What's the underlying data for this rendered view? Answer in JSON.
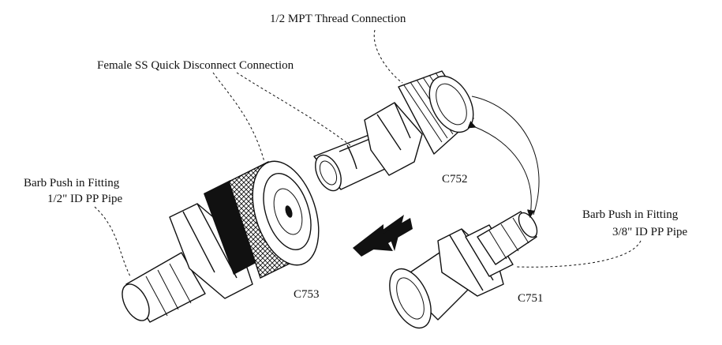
{
  "labels": {
    "mpt_thread": "1/2 MPT Thread Connection",
    "female_ss": "Female SS Quick Disconnect Connection",
    "barb_half_line1": "Barb Push in Fitting",
    "barb_half_line2": "1/2\" ID PP Pipe",
    "barb_3_8_line1": "Barb Push in Fitting",
    "barb_3_8_line2": "3/8\" ID PP Pipe"
  },
  "parts": {
    "c752": "C752",
    "c753": "C753",
    "c751": "C751"
  }
}
